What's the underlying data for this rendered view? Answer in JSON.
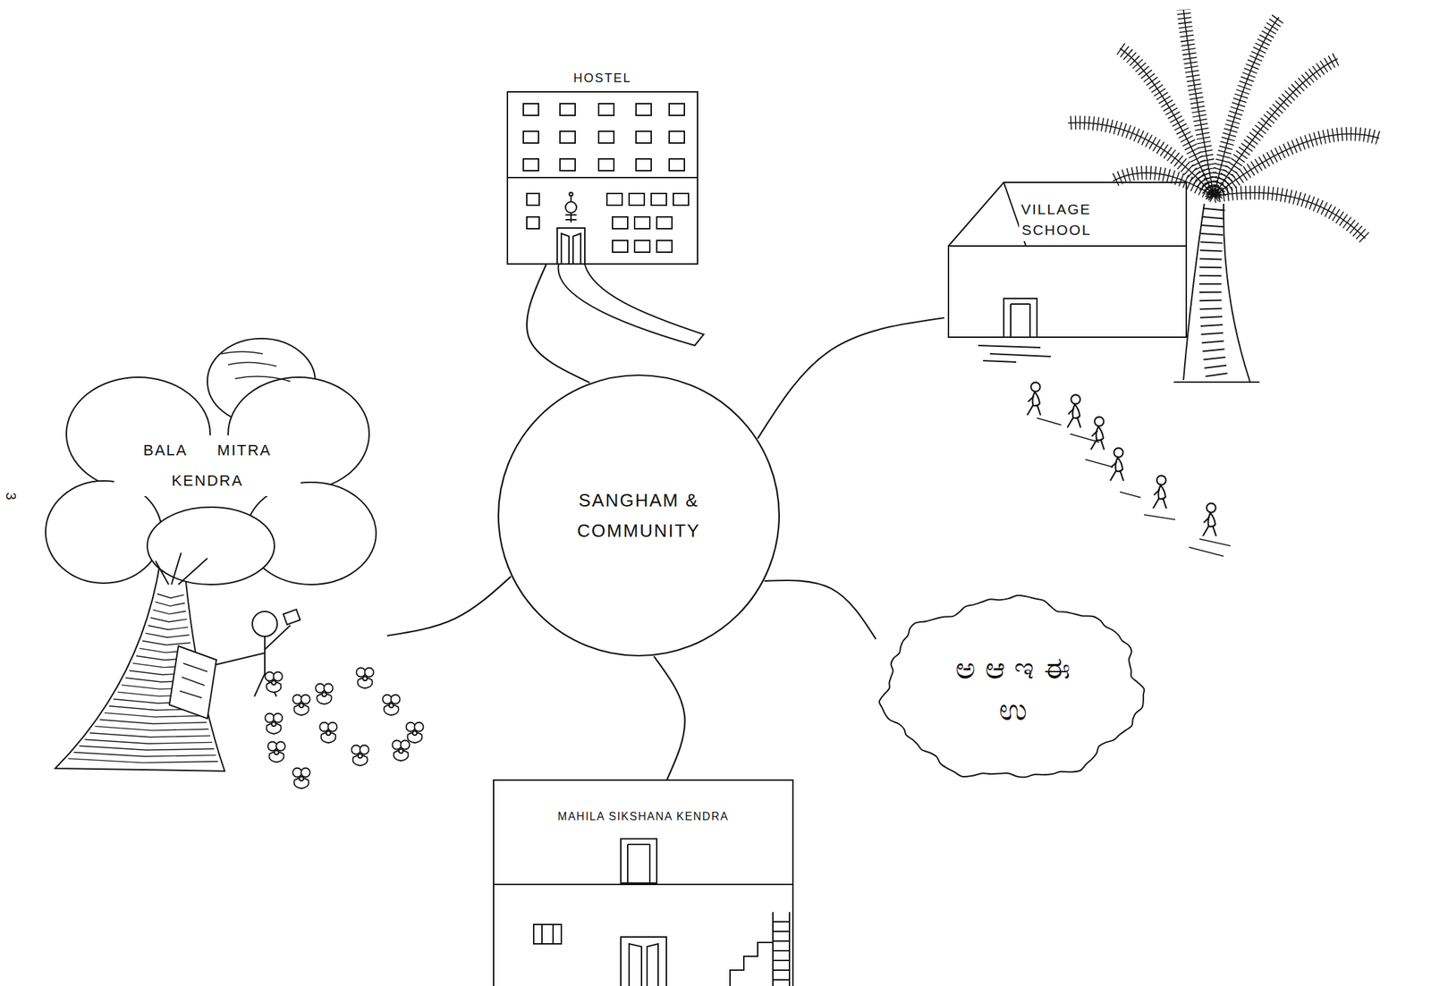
{
  "diagram": {
    "nodes": [
      {
        "text": [
          "HOSTEL"
        ]
      },
      {
        "text": [
          "VILLAGE SCHOOL"
        ]
      },
      {
        "text": [
          "BALA MITRA KENDRA"
        ]
      },
      {
        "text": [
          "SANGHAM & COMMUNITY"
        ]
      },
      {
        "text": [
          "ಅ ಆ ಇ ಈ ಉ"
        ]
      },
      {
        "text": [
          "MAHILA SIKSHANA KENDRA"
        ]
      }
    ],
    "edges": [
      {
        "from": 3,
        "to": 0,
        "arrow": "none"
      },
      {
        "from": 3,
        "to": 1,
        "arrow": "none"
      },
      {
        "from": 3,
        "to": 4,
        "arrow": "none"
      },
      {
        "from": 3,
        "to": 5,
        "arrow": "none"
      },
      {
        "from": 3,
        "to": 2,
        "arrow": "none"
      }
    ],
    "labels": [
      "3"
    ]
  }
}
